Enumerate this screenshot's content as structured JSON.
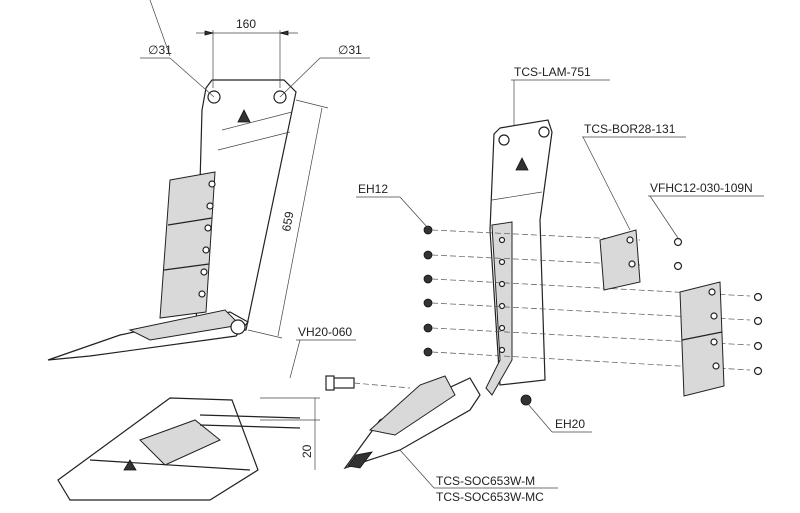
{
  "dimensions": {
    "width_160": "160",
    "hole_left": "∅31",
    "hole_right": "∅31",
    "length_659": "659",
    "height_20": "20"
  },
  "part_labels": {
    "vh20": "VH20-060",
    "eh12": "EH12",
    "lam": "TCS-LAM-751",
    "bor": "TCS-BOR28-131",
    "vfhc": "VFHC12-030-109N",
    "eh20": "EH20",
    "soc_m": "TCS-SOC653W-M",
    "soc_mc": "TCS-SOC653W-MC"
  }
}
